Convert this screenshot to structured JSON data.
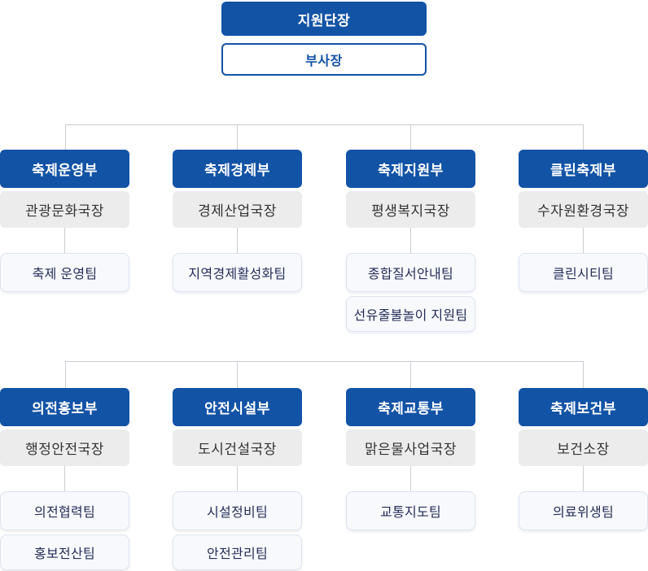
{
  "org_chart": {
    "root": {
      "label": "지원단장"
    },
    "deputy": {
      "label": "부사장"
    },
    "rows": [
      {
        "departments": [
          {
            "name": "축제운영부",
            "director": "관광문화국장",
            "teams": [
              "축제 운영팀"
            ]
          },
          {
            "name": "축제경제부",
            "director": "경제산업국장",
            "teams": [
              "지역경제활성화팀"
            ]
          },
          {
            "name": "축제지원부",
            "director": "평생복지국장",
            "teams": [
              "종합질서안내팀",
              "선유줄불놀이 지원팀"
            ]
          },
          {
            "name": "클린축제부",
            "director": "수자원환경국장",
            "teams": [
              "클린시티팀"
            ]
          }
        ]
      },
      {
        "departments": [
          {
            "name": "의전홍보부",
            "director": "행정안전국장",
            "teams": [
              "의전협력팀",
              "홍보전산팀"
            ]
          },
          {
            "name": "안전시설부",
            "director": "도시건설국장",
            "teams": [
              "시설정비팀",
              "안전관리팀"
            ]
          },
          {
            "name": "축제교통부",
            "director": "맑은물사업국장",
            "teams": [
              "교통지도팀"
            ]
          },
          {
            "name": "축제보건부",
            "director": "보건소장",
            "teams": [
              "의료위생팀"
            ]
          }
        ]
      }
    ],
    "colors": {
      "primary_blue": "#1253a6",
      "director_bg": "#ececec",
      "director_text": "#333333",
      "team_bg": "#f7f9fd",
      "team_border": "#dde3ee",
      "team_text": "#242d57",
      "connector_line": "#c9cdd2",
      "background": "#ffffff"
    }
  }
}
